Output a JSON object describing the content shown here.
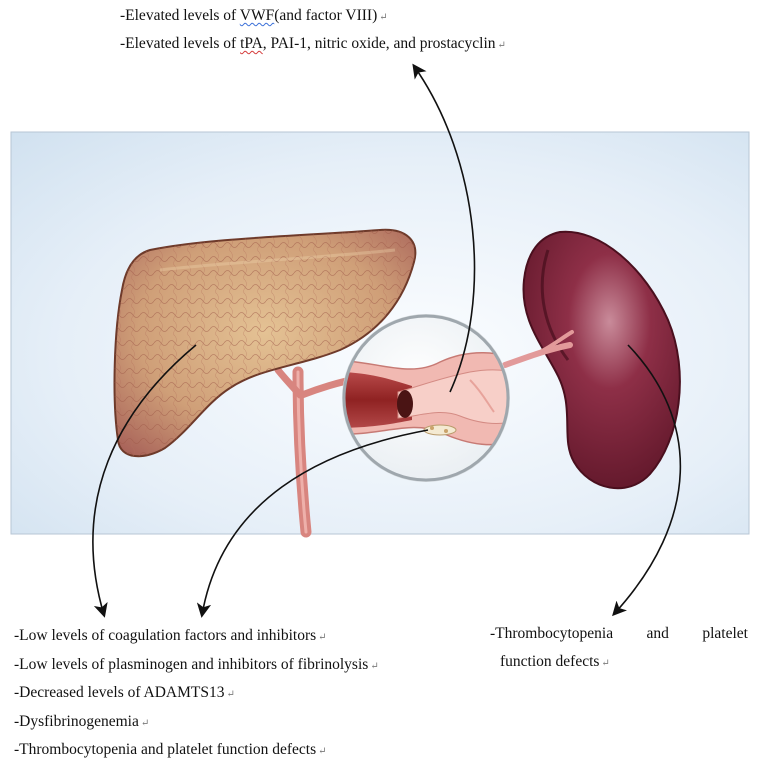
{
  "top_labels": {
    "line1": {
      "a": "-Elevated levels of ",
      "b": "VWF",
      "c": "(and factor VIII)"
    },
    "line2": {
      "a": "-Elevated levels of ",
      "b": "tPA",
      "c": ", PAI-1, nitric oxide, and prostacyclin"
    }
  },
  "bottom_left": {
    "items": [
      "-Low levels of coagulation factors and inhibitors",
      "-Low levels of plasminogen and inhibitors of fibrinolysis",
      "-Decreased levels of ADAMTS13",
      "-Dysfibrinogenemia",
      "-Thrombocytopenia and platelet function defects"
    ]
  },
  "bottom_right": {
    "words": [
      "-Thrombocytopenia",
      "and",
      "platelet"
    ],
    "line2": "function defects"
  },
  "paragraph_mark": "↵",
  "colors": {
    "panel_bg": "#dde9f5",
    "liver": "#c9906c",
    "spleen": "#7a2338",
    "vessel": "#d88a86",
    "arrow": "#111111"
  }
}
